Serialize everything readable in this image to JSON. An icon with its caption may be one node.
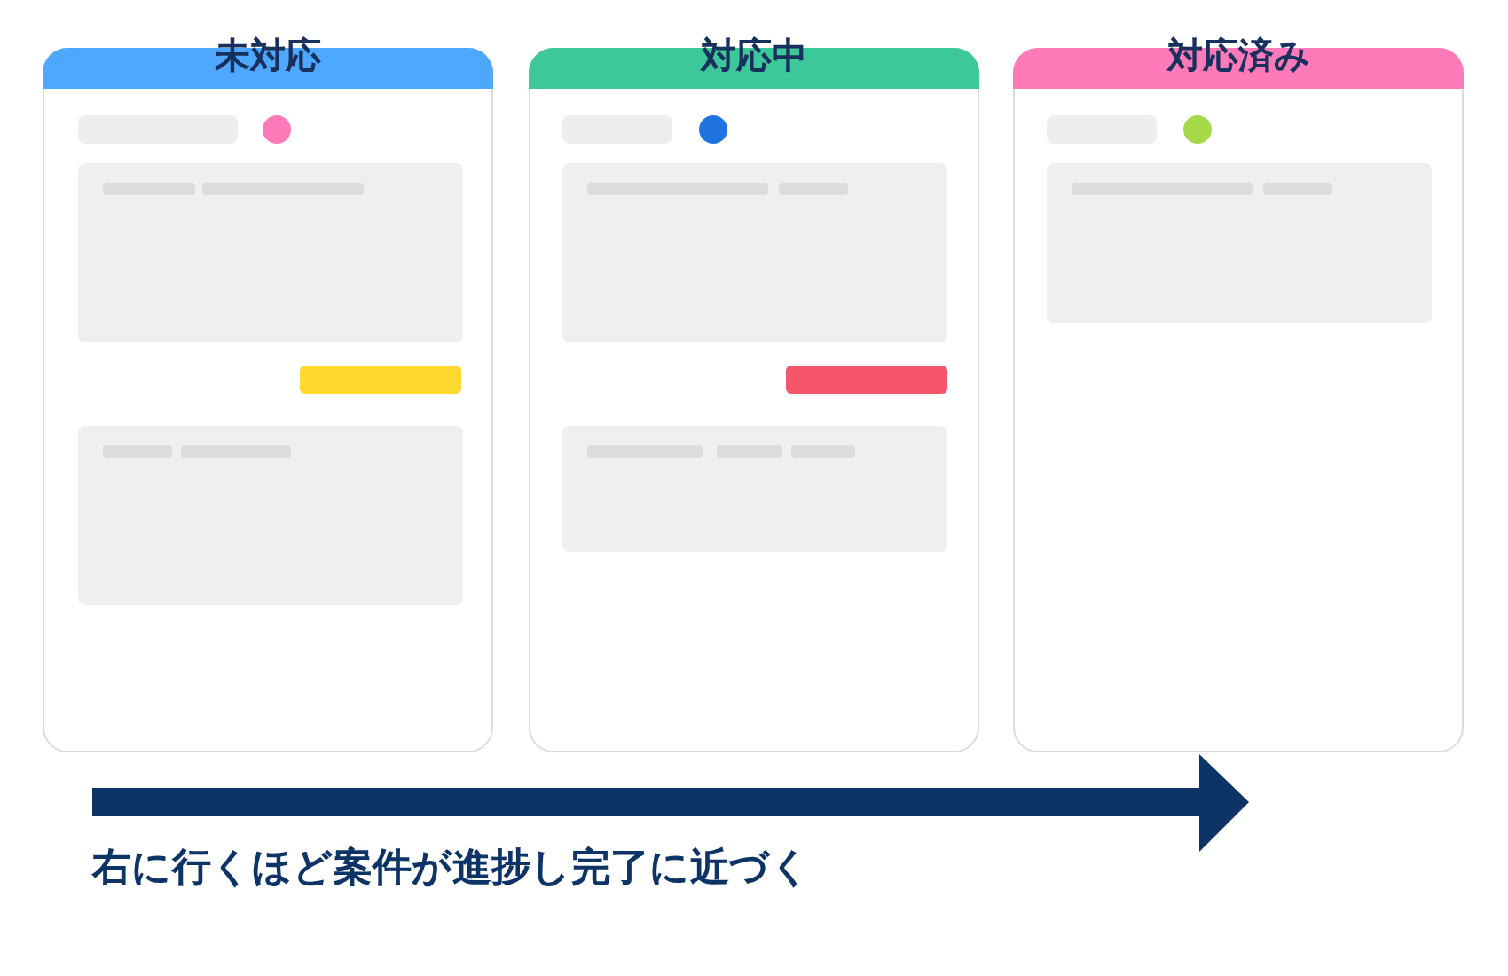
{
  "diagram": {
    "nodes": [
      {
        "text": [
          "未対応"
        ]
      },
      {
        "text": [
          "対応中"
        ]
      },
      {
        "text": [
          "対応済み"
        ]
      }
    ],
    "labels": [
      "右に行くほど案件が進捗し完了に近づく"
    ]
  }
}
